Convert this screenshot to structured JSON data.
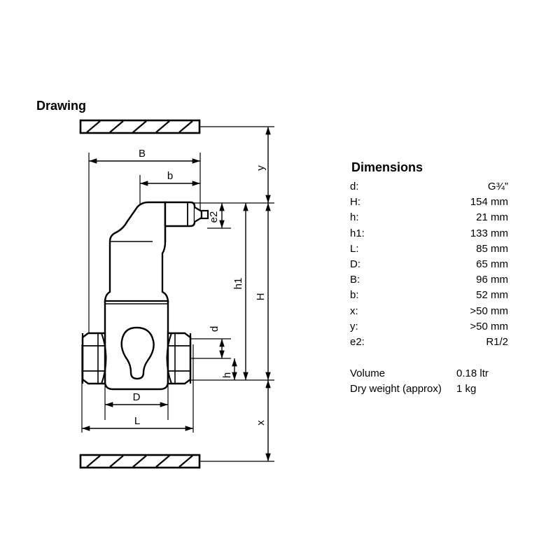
{
  "drawing": {
    "section_title": "Drawing",
    "labels": {
      "B": "B",
      "b": "b",
      "D": "D",
      "L": "L",
      "H": "H",
      "h": "h",
      "h1": "h1",
      "d": "d",
      "x": "x",
      "y": "y",
      "e2": "e2"
    },
    "colors": {
      "line": "#000000",
      "background": "#ffffff"
    }
  },
  "dimensions": {
    "title": "Dimensions",
    "rows": [
      {
        "key": "d:",
        "value": "G¾”"
      },
      {
        "key": "H:",
        "value": "154 mm"
      },
      {
        "key": "h:",
        "value": "21 mm"
      },
      {
        "key": "h1:",
        "value": "133 mm"
      },
      {
        "key": "L:",
        "value": "85 mm"
      },
      {
        "key": "D:",
        "value": "65 mm"
      },
      {
        "key": "B:",
        "value": "96 mm"
      },
      {
        "key": "b:",
        "value": "52 mm"
      },
      {
        "key": "x:",
        "value": ">50 mm"
      },
      {
        "key": "y:",
        "value": ">50 mm"
      },
      {
        "key": "e2:",
        "value": "R1/2"
      }
    ],
    "extra_rows": [
      {
        "key": "Volume",
        "value": "0.18 ltr"
      },
      {
        "key": "Dry weight (approx)",
        "value": "1 kg"
      }
    ]
  }
}
